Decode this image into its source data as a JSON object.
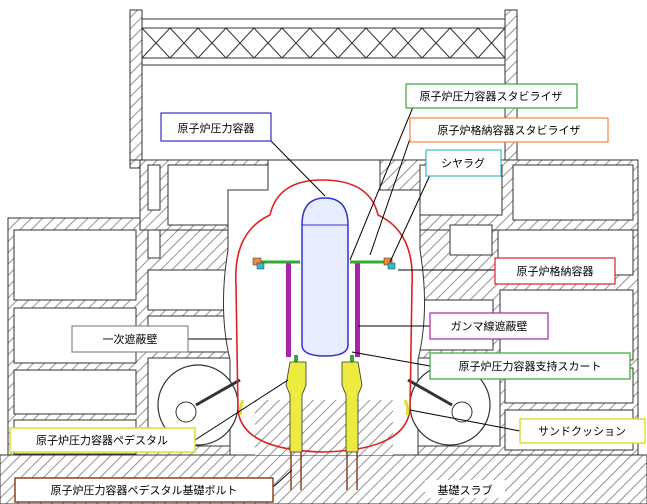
{
  "labels": {
    "rpv": "原子炉圧力容器",
    "rpv_stabilizer": "原子炉圧力容器スタビライザ",
    "pcv_stabilizer": "原子炉格納容器スタビライザ",
    "shear_lug": "シヤラグ",
    "pcv": "原子炉格納容器",
    "primary_shield_wall": "一次遮蔽壁",
    "gamma_shield_wall": "ガンマ線遮蔽壁",
    "rpv_support_skirt": "原子炉圧力容器支持スカート",
    "rpv_pedestal": "原子炉圧力容器ペデスタル",
    "sand_cushion": "サンドクッション",
    "pedestal_anchor_bolt": "原子炉圧力容器ペデスタル基礎ボルト",
    "foundation_slab": "基礎スラブ"
  },
  "colors": {
    "rpv": "#3333cc",
    "rpv_stabilizer": "#33aa33",
    "pcv_stabilizer": "#ee8844",
    "shear_lug": "#33bbcc",
    "pcv": "#dd2222",
    "primary_shield_wall": "#888888",
    "gamma_shield_wall": "#aa22aa",
    "rpv_support_skirt": "#33aa33",
    "rpv_pedestal": "#dddd33",
    "sand_cushion": "#dddd33",
    "pedestal_anchor_bolt": "#884422",
    "hatch": "#777777"
  }
}
